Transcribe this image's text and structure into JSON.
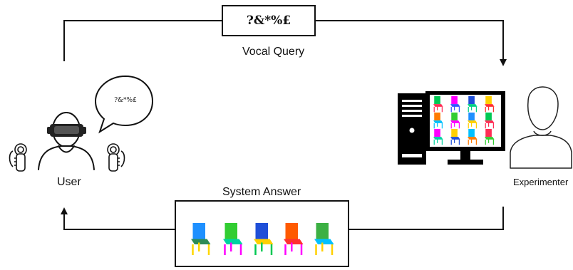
{
  "query": {
    "box_text": "?&*%£",
    "caption": "Vocal Query"
  },
  "user": {
    "label": "User",
    "speech_bubble_text": "?&*%£"
  },
  "experimenter": {
    "label": "Experimenter"
  },
  "answer": {
    "caption": "System Answer",
    "chairs": [
      {
        "seat": "#2e8b57",
        "legs": "#ffd700",
        "back": "#1e90ff"
      },
      {
        "seat": "#00d2a0",
        "legs": "#ff00ff",
        "back": "#32cd32"
      },
      {
        "seat": "#ffd000",
        "legs": "#00c853",
        "back": "#1f4fd8"
      },
      {
        "seat": "#ff3030",
        "legs": "#ff00ff",
        "back": "#ff5a00"
      },
      {
        "seat": "#00c0ff",
        "legs": "#ffd000",
        "back": "#3cb043"
      }
    ]
  },
  "monitor": {
    "grid_chairs": [
      {
        "seat": "#ff2d55",
        "back": "#00c853"
      },
      {
        "seat": "#3355ff",
        "back": "#ff00ff"
      },
      {
        "seat": "#00d084",
        "back": "#1f4fd8"
      },
      {
        "seat": "#ff3030",
        "back": "#ffd000"
      },
      {
        "seat": "#00c0ff",
        "back": "#ff7a00"
      },
      {
        "seat": "#ff00ff",
        "back": "#32cd32"
      },
      {
        "seat": "#ffd000",
        "back": "#1e90ff"
      },
      {
        "seat": "#ff2d55",
        "back": "#00c853"
      },
      {
        "seat": "#00d2a0",
        "back": "#ff00ff"
      },
      {
        "seat": "#1f4fd8",
        "back": "#ffd000"
      },
      {
        "seat": "#ff7a00",
        "back": "#00c0ff"
      },
      {
        "seat": "#32cd32",
        "back": "#ff2d55"
      }
    ]
  }
}
